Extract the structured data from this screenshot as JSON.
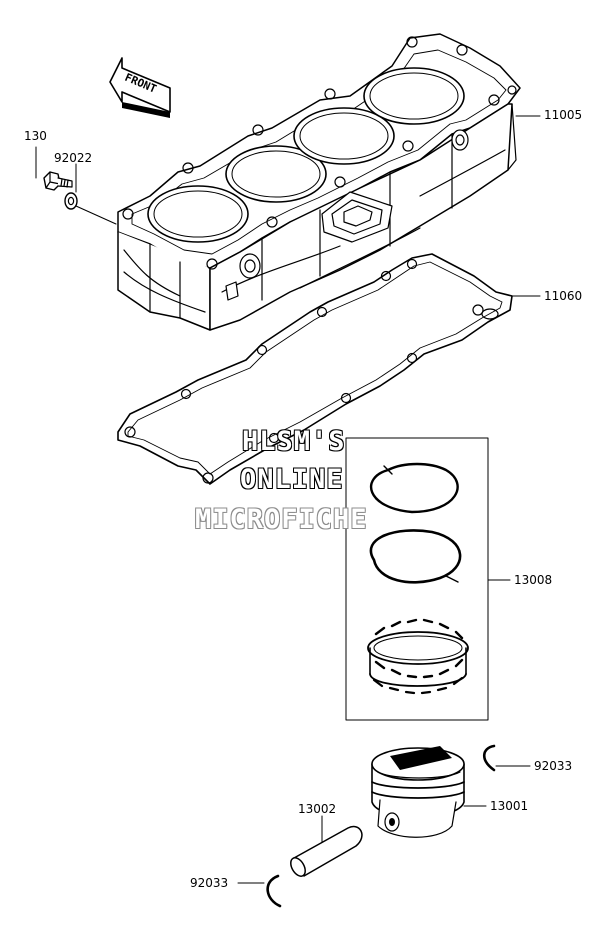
{
  "direction_label": "FRONT",
  "parts": [
    {
      "ref": "130"
    },
    {
      "ref": "92022"
    },
    {
      "ref": "11005"
    },
    {
      "ref": "11060"
    },
    {
      "ref": "13008"
    },
    {
      "ref": "92033"
    },
    {
      "ref": "13001"
    },
    {
      "ref": "13002"
    },
    {
      "ref": "92033"
    }
  ],
  "watermark": {
    "line1": "HLSM'S",
    "line2": "ONLINE",
    "line3": "MICROFICHE"
  }
}
